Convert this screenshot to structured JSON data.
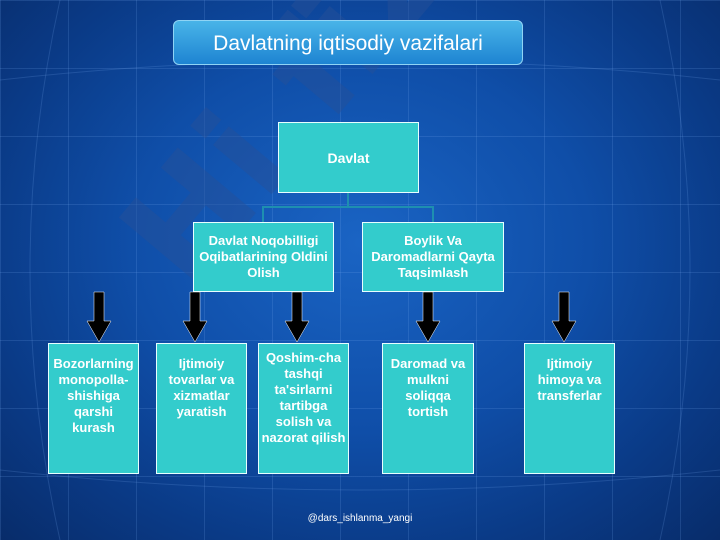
{
  "title": "Davlatning iqtisodiy vazifalari",
  "root": {
    "label": "Davlat"
  },
  "level2": [
    {
      "label": "Davlat Noqobilligi Oqibatlarining Oldini Olish"
    },
    {
      "label": "Boylik Va Daromadlarni Qayta Taqsimlash"
    }
  ],
  "functions": [
    {
      "label": "Bozorlarning monopolla-shishiga qarshi kurash"
    },
    {
      "label": "Ijtimoiy tovarlar va xizmatlar yaratish"
    },
    {
      "label": "Qoshim-cha tashqi ta'sirlarni tartibga solish va nazorat qilish"
    },
    {
      "label": "Daromad va mulkni soliqqa tortish"
    },
    {
      "label": "Ijtimoiy himoya va transferlar"
    }
  ],
  "watermark": "Hi.fi24",
  "credit": "@dars_ishlanma_yangi",
  "colors": {
    "box": "#33cccc",
    "title": "#2a95dc",
    "background": "#0f4ea8",
    "arrow": "#000000"
  },
  "icons": [
    "arrow-down-icon"
  ]
}
